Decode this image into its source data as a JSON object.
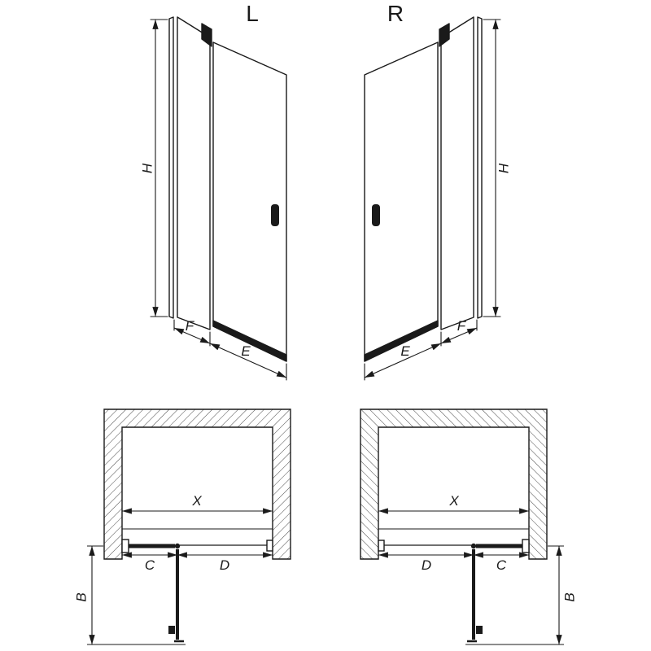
{
  "page": {
    "background": "#ffffff",
    "line_color": "#1a1a1a",
    "hatch_color": "#4a4a4a"
  },
  "diagram": {
    "kind": "shower-door-technical-drawing",
    "views": {
      "front_left": {
        "variant_label": "L",
        "dim_height": "H",
        "dim_fixed_panel": "F",
        "dim_door": "E"
      },
      "front_right": {
        "variant_label": "R",
        "dim_height": "H",
        "dim_fixed_panel": "F",
        "dim_door": "E"
      },
      "plan_left": {
        "dim_inner_width": "X",
        "dim_fixed_segment": "C",
        "dim_door_segment": "D",
        "dim_swing_depth": "B"
      },
      "plan_right": {
        "dim_inner_width": "X",
        "dim_door_segment": "D",
        "dim_fixed_segment": "C",
        "dim_swing_depth": "B"
      }
    }
  }
}
